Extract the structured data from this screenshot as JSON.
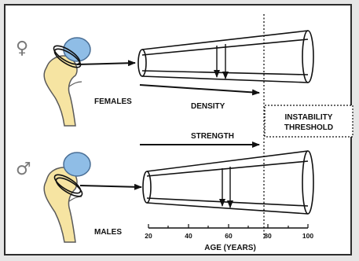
{
  "diagram": {
    "female_symbol": "♀",
    "male_symbol": "♂",
    "females_label": "FEMALES",
    "males_label": "MALES",
    "density_label": "DENSITY",
    "strength_label": "STRENGTH",
    "threshold_label_line1": "INSTABILITY",
    "threshold_label_line2": "THRESHOLD",
    "axis_ticks": [
      "20",
      "40",
      "60",
      "80",
      "100"
    ],
    "axis_title": "AGE (YEARS)"
  },
  "colors": {
    "bone": "#f6e4a2",
    "bone_outline": "#5a5a5a",
    "joint": "#8fbde6",
    "ink": "#111111"
  }
}
